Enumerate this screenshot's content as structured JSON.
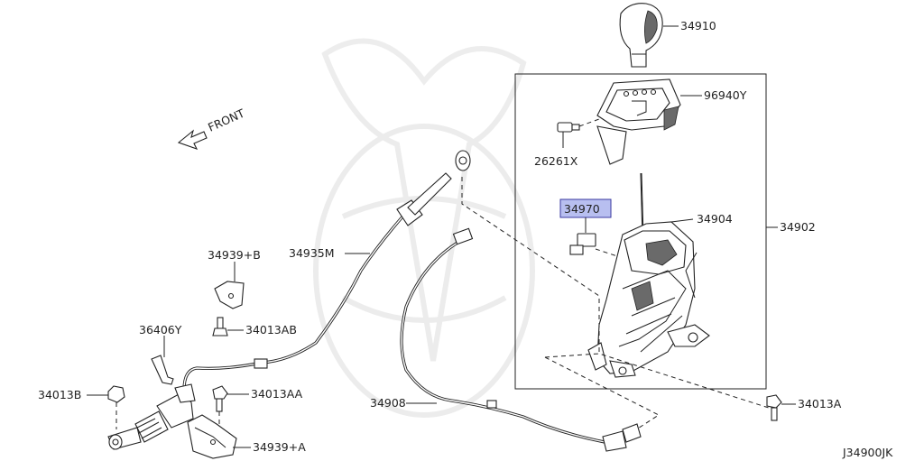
{
  "diagram_code": "J34900JK",
  "front_label": "FRONT",
  "highlighted_part": "34970",
  "parts": {
    "p34910": "34910",
    "p96940Y": "96940Y",
    "p26261X": "26261X",
    "p34970": "34970",
    "p34904": "34904",
    "p34902": "34902",
    "p34939B": "34939+B",
    "p34935M": "34935M",
    "p34013AB": "34013AB",
    "p36406Y": "36406Y",
    "p34013B": "34013B",
    "p34013AA": "34013AA",
    "p34939A": "34939+A",
    "p34908": "34908",
    "p34013A": "34013A"
  },
  "colors": {
    "line": "#222222",
    "highlight": "#b8bff0",
    "highlight_border": "#3a3aa0"
  }
}
